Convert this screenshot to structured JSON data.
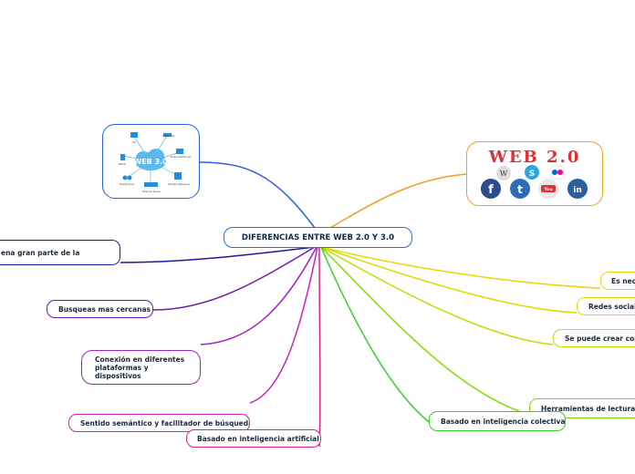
{
  "central": "DIFERENCIAS ENTRE WEB 2.0 Y 3.0",
  "left_branches": [
    {
      "text": "ena gran parte de la",
      "color": "#1a1aa0"
    },
    {
      "text": "Busqueas mas cercanas",
      "color": "#6a1bb0"
    },
    {
      "text": "Conexión en diferentes plataformas y dispositivos",
      "color": "#a020c8"
    },
    {
      "text": "Sentido semántico y facilitador de búsqueda",
      "color": "#d020c0"
    },
    {
      "text": "Basado en inteligencia artificial",
      "color": "#e0208a"
    }
  ],
  "right_branches": [
    {
      "text": "Es nec",
      "color": "#e6d800"
    },
    {
      "text": "Redes sociale",
      "color": "#d9de00"
    },
    {
      "text": "Se puede crear cont",
      "color": "#b8e000"
    },
    {
      "text": "Herramientas de lectura y",
      "color": "#7fe000"
    },
    {
      "text": "Basado en inteligencia colectiva",
      "color": "#39d130"
    }
  ],
  "web3_image": {
    "title": "WEB 3.0",
    "labels": [
      "PC",
      "Web Index",
      "Smart Appliances",
      "Mobile",
      "Headphones",
      "Personal Server",
      "Wireless Networks"
    ],
    "border_color": "#2a5fe0"
  },
  "web2_image": {
    "title": "WEB 2.0",
    "icons": [
      "wikipedia-icon",
      "skype-icon",
      "flickr-icon",
      "facebook-icon",
      "twitter-icon",
      "youtube-icon",
      "linkedin-icon"
    ],
    "border_color": "#f2a020"
  }
}
